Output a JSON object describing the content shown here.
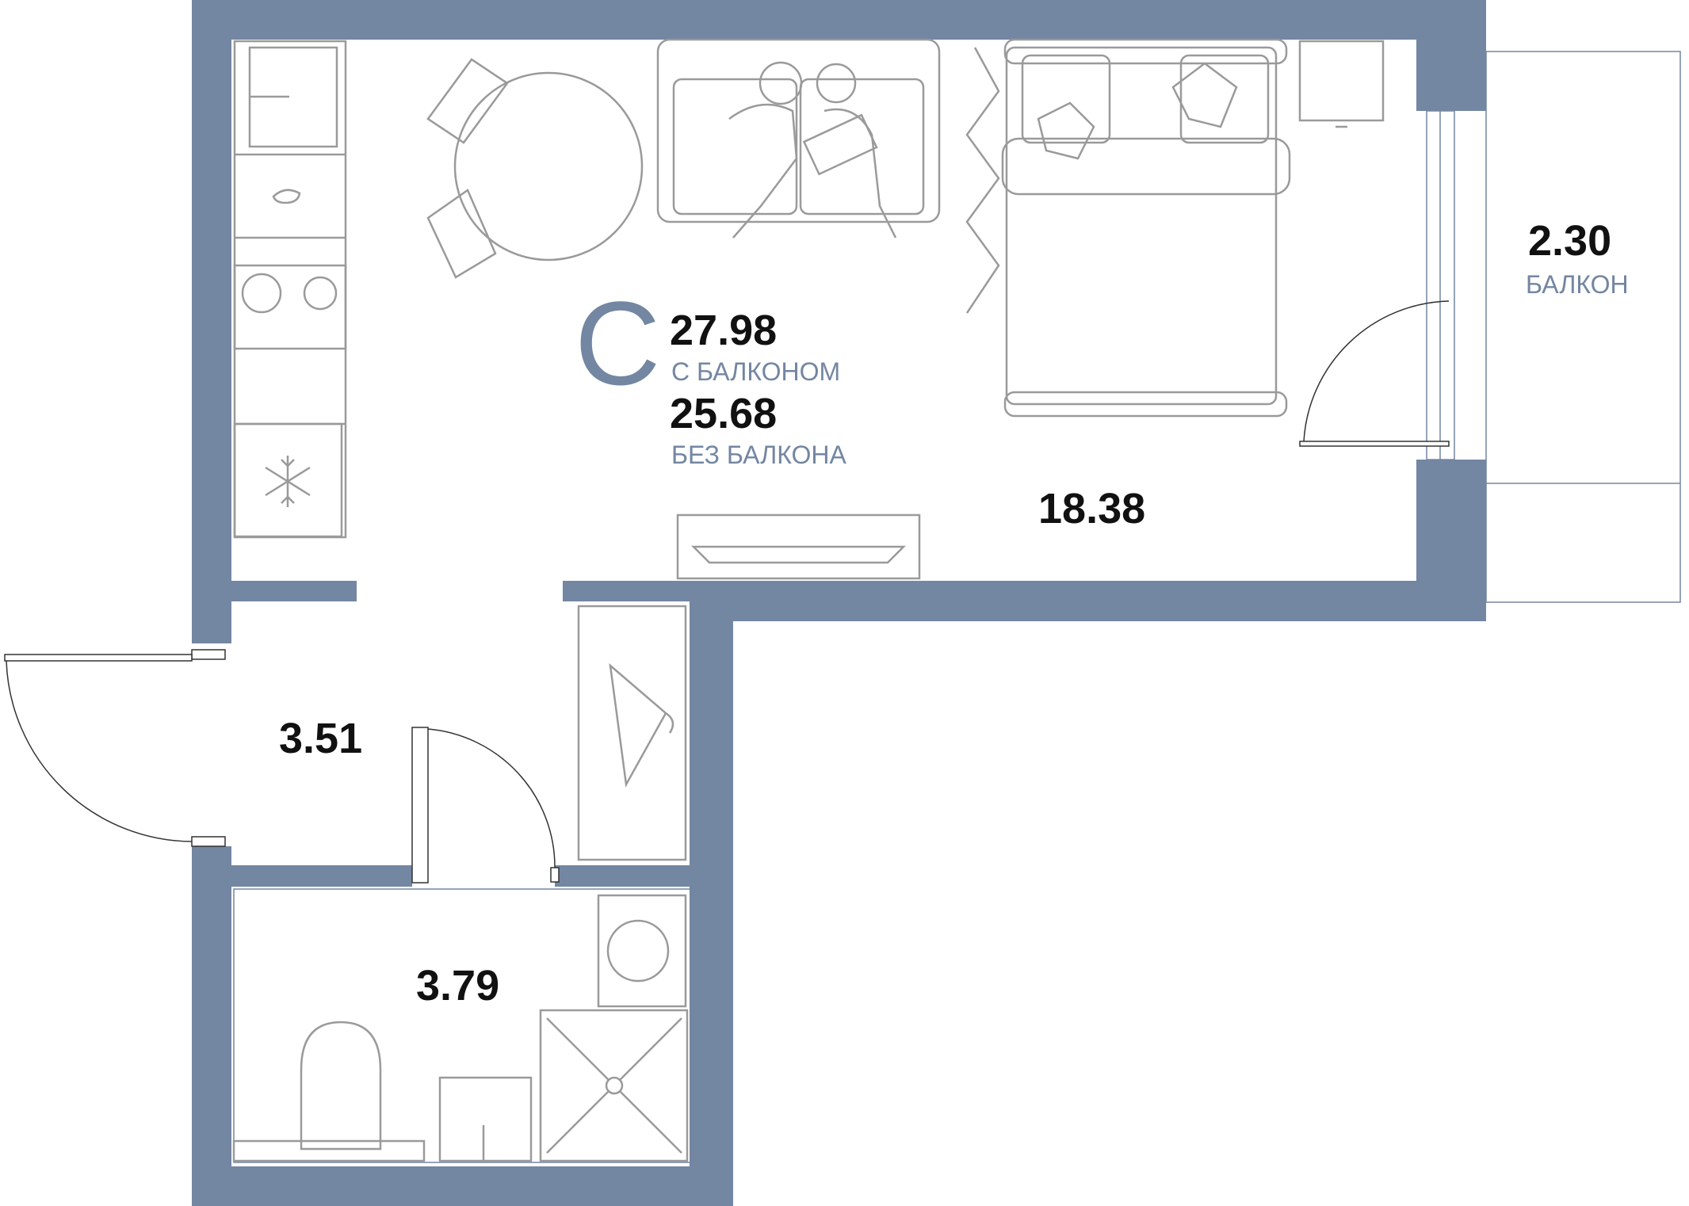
{
  "apartment": {
    "type_letter": "С",
    "total_with_balcony": "27.98",
    "with_balcony_label": "С БАЛКОНОМ",
    "total_without_balcony": "25.68",
    "without_balcony_label": "БЕЗ БАЛКОНА"
  },
  "rooms": {
    "living": {
      "area": "18.38"
    },
    "hallway": {
      "area": "3.51"
    },
    "bathroom": {
      "area": "3.79"
    },
    "balcony": {
      "area": "2.30",
      "label": "БАЛКОН"
    }
  },
  "colors": {
    "wall": "#7386a2",
    "label_accent": "#7386a2",
    "text": "#111111",
    "furniture_stroke": "#9a9a9a"
  }
}
